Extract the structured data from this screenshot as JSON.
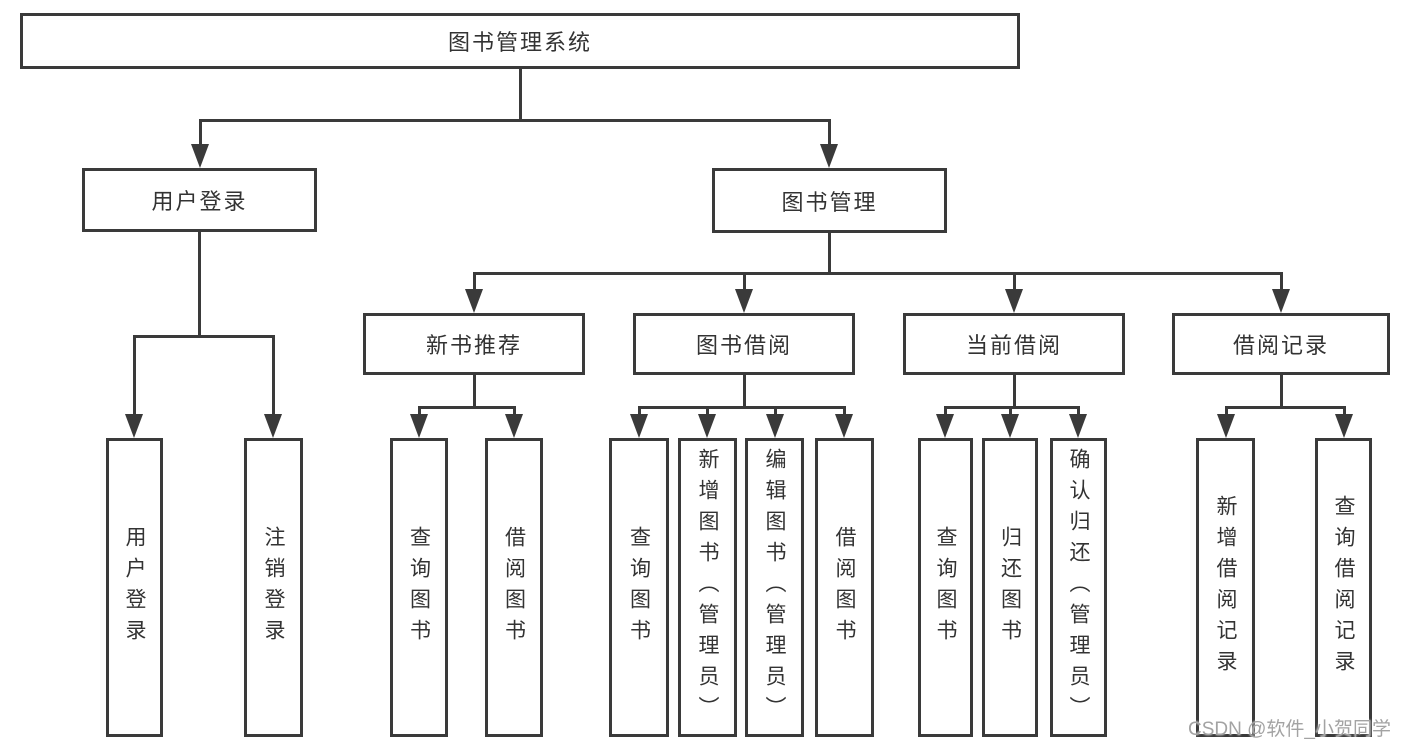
{
  "diagram": {
    "nodes": {
      "root": {
        "label": "图书管理系统"
      },
      "level2": [
        {
          "label": "用户登录"
        },
        {
          "label": "图书管理"
        }
      ],
      "level3": [
        {
          "label": "新书推荐"
        },
        {
          "label": "图书借阅"
        },
        {
          "label": "当前借阅"
        },
        {
          "label": "借阅记录"
        }
      ],
      "leaves": [
        {
          "label": "用户登录"
        },
        {
          "label": "注销登录"
        },
        {
          "label": "查询图书"
        },
        {
          "label": "借阅图书"
        },
        {
          "label": "查询图书"
        },
        {
          "label": "新增图书（管理员）"
        },
        {
          "label": "编辑图书（管理员）"
        },
        {
          "label": "借阅图书"
        },
        {
          "label": "查询图书"
        },
        {
          "label": "归还图书"
        },
        {
          "label": "确认归还（管理员）"
        },
        {
          "label": "新增借阅记录"
        },
        {
          "label": "查询借阅记录"
        }
      ]
    }
  },
  "watermark": {
    "text": "CSDN @软件_小贺同学"
  },
  "colors": {
    "line": "#3a3a3a",
    "text": "#333333",
    "watermark": "#a3a3a3",
    "background": "#ffffff"
  }
}
